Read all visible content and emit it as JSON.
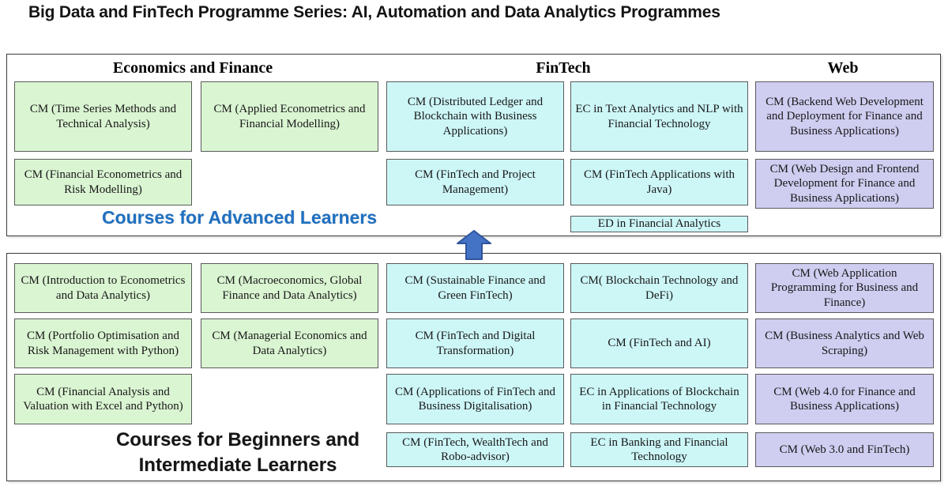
{
  "title": "Big Data and FinTech Programme Series: AI, Automation and Data Analytics Programmes",
  "headers": {
    "economics": "Economics and Finance",
    "fintech": "FinTech",
    "web": "Web"
  },
  "advanced": {
    "caption": "Courses for Advanced Learners",
    "courses": {
      "time_series": "CM (Time Series Methods and Technical Analysis)",
      "applied_econometrics": "CM (Applied Econometrics and Financial Modelling)",
      "financial_econometrics": "CM (Financial Econometrics and Risk Modelling)",
      "distributed_ledger": "CM (Distributed Ledger and Blockchain with Business Applications)",
      "text_analytics": "EC in Text Analytics and NLP with Financial Technology",
      "project_management": "CM (FinTech and Project Management)",
      "fintech_java": "CM (FinTech Applications with Java)",
      "ed_financial_analytics": "ED in Financial Analytics",
      "backend_web": "CM (Backend Web Development and Deployment for Finance and Business Applications)",
      "web_design": "CM (Web Design and Frontend Development for Finance and Business Applications)"
    }
  },
  "beginner": {
    "caption": "Courses for Beginners and Intermediate Learners",
    "courses": {
      "intro_econometrics": "CM (Introduction to Econometrics and Data Analytics)",
      "macroeconomics": "CM (Macroeconomics, Global Finance and Data Analytics)",
      "portfolio_optimisation": "CM (Portfolio Optimisation and Risk Management with Python)",
      "managerial_economics": "CM (Managerial Economics and Data Analytics)",
      "financial_analysis": "CM (Financial Analysis and Valuation with Excel and Python)",
      "sustainable_finance": "CM (Sustainable Finance and Green FinTech)",
      "digital_transformation": "CM (FinTech and Digital Transformation)",
      "applications_fintech": "CM (Applications of FinTech and Business Digitalisation)",
      "wealthtech": "CM (FinTech, WealthTech and Robo-advisor)",
      "blockchain_defi": "CM( Blockchain Technology and DeFi)",
      "fintech_ai": "CM (FinTech and AI)",
      "ec_blockchain": "EC in Applications of Blockchain in Financial Technology",
      "ec_banking": "EC in Banking and Financial Technology",
      "web_app_programming": "CM (Web Application Programming for Business and Finance)",
      "business_analytics": "CM (Business Analytics and Web Scraping)",
      "web_40": "CM (Web 4.0 for Finance and Business Applications)",
      "web_30": "CM (Web 3.0 and FinTech)"
    }
  },
  "colors": {
    "green": "#daf5d2",
    "cyan": "#cdf6f7",
    "lavender": "#cfcdf0",
    "box-border": "#5a5a5a",
    "outer-border": "#3d3d3d",
    "caption-blue": "#1f70c1",
    "arrow-fill": "#4473c6",
    "arrow-border": "#30549b",
    "text": "#181818"
  }
}
